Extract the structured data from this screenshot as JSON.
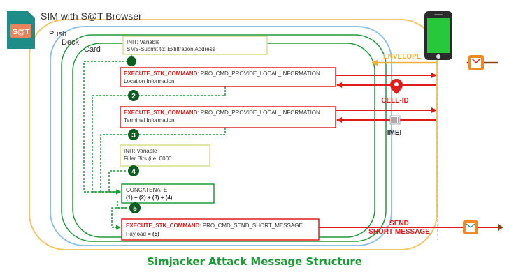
{
  "app_title": "SIM with S@T Browser",
  "app_icon_text": "S@T",
  "containers": {
    "push": "Push",
    "deck": "Deck",
    "card": "Card"
  },
  "init1": {
    "line1": "INIT: Variable",
    "line2": "SMS-Submit to: Exfiltration Address"
  },
  "cmd1": {
    "keyword": "EXECUTE_STK_COMMAND",
    "rest": ": PRO_CMD_PROVIDE_LOCAL_INFORMATION",
    "sub": "Location Information"
  },
  "cmd2": {
    "keyword": "EXECUTE_STK_COMMAND",
    "rest": ": PRO_CMD_PROVIDE_LOCAL_INFORMATION",
    "sub": "Terminal Information"
  },
  "init2": {
    "line1": "INIT: Variable",
    "line2": "Filler Bits (i.e. 0000"
  },
  "concat": {
    "line1": "CONCATENATE",
    "line2": "(1) + (2) + (3) + (4)"
  },
  "cmd3": {
    "keyword": "EXECUTE_STK_COMMAND",
    "rest": ": PRO_CMD_SEND_SHORT_MESSAGE",
    "sub_prefix": "Payload = ",
    "sub_bold": "(5)"
  },
  "steps": [
    "2",
    "3",
    "4",
    "5"
  ],
  "labels": {
    "envelope": "ENVELOPE",
    "cell_id": "CELL-ID",
    "imei": "IMEI",
    "send_line1": "SEND",
    "send_line2": "SHORT MESSAGE"
  },
  "caption": "Simjacker Attack Message Structure",
  "colors": {
    "green": "#1f9a39",
    "dark_green": "#0e5e24",
    "red": "#e01d1d",
    "orange": "#f0b43c",
    "yellow_border": "#d8df8c",
    "blue": "#8fc1e6"
  }
}
